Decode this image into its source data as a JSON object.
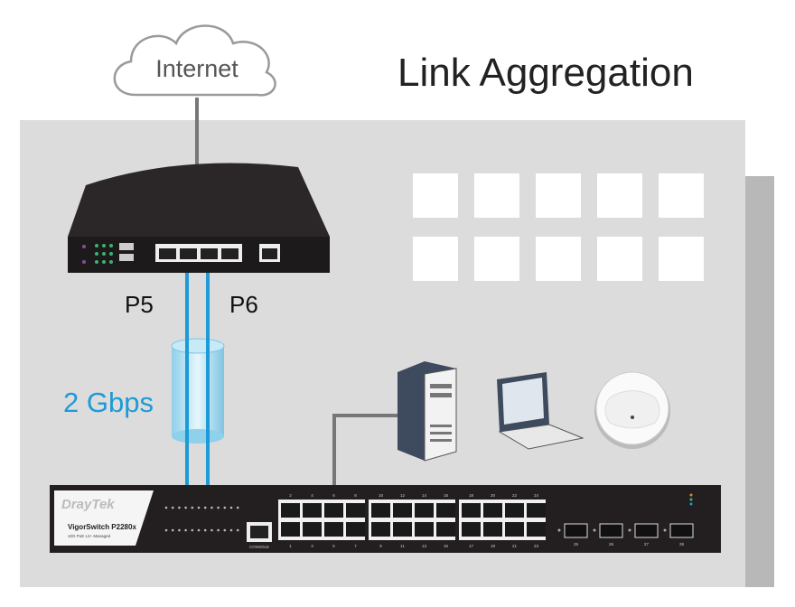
{
  "title": "Link Aggregation",
  "cloud": {
    "label": "Internet"
  },
  "router": {
    "port_labels": [
      "P5",
      "P6"
    ]
  },
  "trunk": {
    "label": "2 Gbps"
  },
  "switch": {
    "logo": "DrayTek",
    "model": "VigorSwitch P2280x",
    "subtitle": "10G PoE L2+ Managed",
    "console_label": "CONSOLE",
    "top_ports": [
      "2",
      "4",
      "6",
      "8",
      "10",
      "12",
      "14",
      "16",
      "18",
      "20",
      "22",
      "24"
    ],
    "bottom_ports": [
      "1",
      "3",
      "5",
      "7",
      "9",
      "11",
      "13",
      "15",
      "17",
      "19",
      "21",
      "23"
    ],
    "sfp_ports": [
      "25",
      "26",
      "27",
      "28"
    ]
  },
  "colors": {
    "panel": "#dcdcdc",
    "device": "#231f20",
    "cable": "#1e9ad6",
    "text_accent": "#1e9ad6"
  }
}
